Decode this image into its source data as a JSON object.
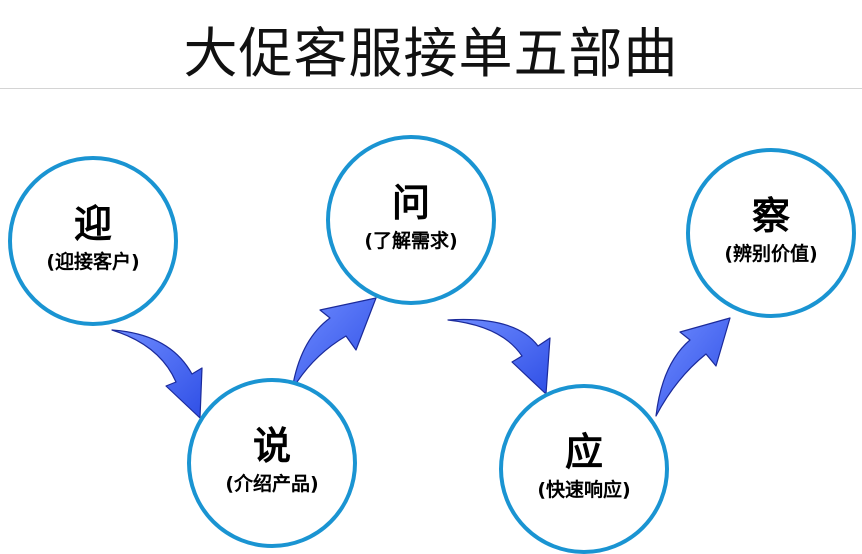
{
  "title": "大促客服接单五部曲",
  "steps": [
    {
      "char": "迎",
      "desc": "(迎接客户)"
    },
    {
      "char": "说",
      "desc": "(介绍产品)"
    },
    {
      "char": "问",
      "desc": "(了解需求)"
    },
    {
      "char": "应",
      "desc": "(快速响应)"
    },
    {
      "char": "察",
      "desc": "(辨别价值)"
    }
  ],
  "colors": {
    "circle_border": "#1a94d2",
    "arrow_fill": "#3a63f0",
    "arrow_stroke": "#1b2a9a"
  },
  "icons": {
    "arrow": "curved-arrow-icon"
  }
}
